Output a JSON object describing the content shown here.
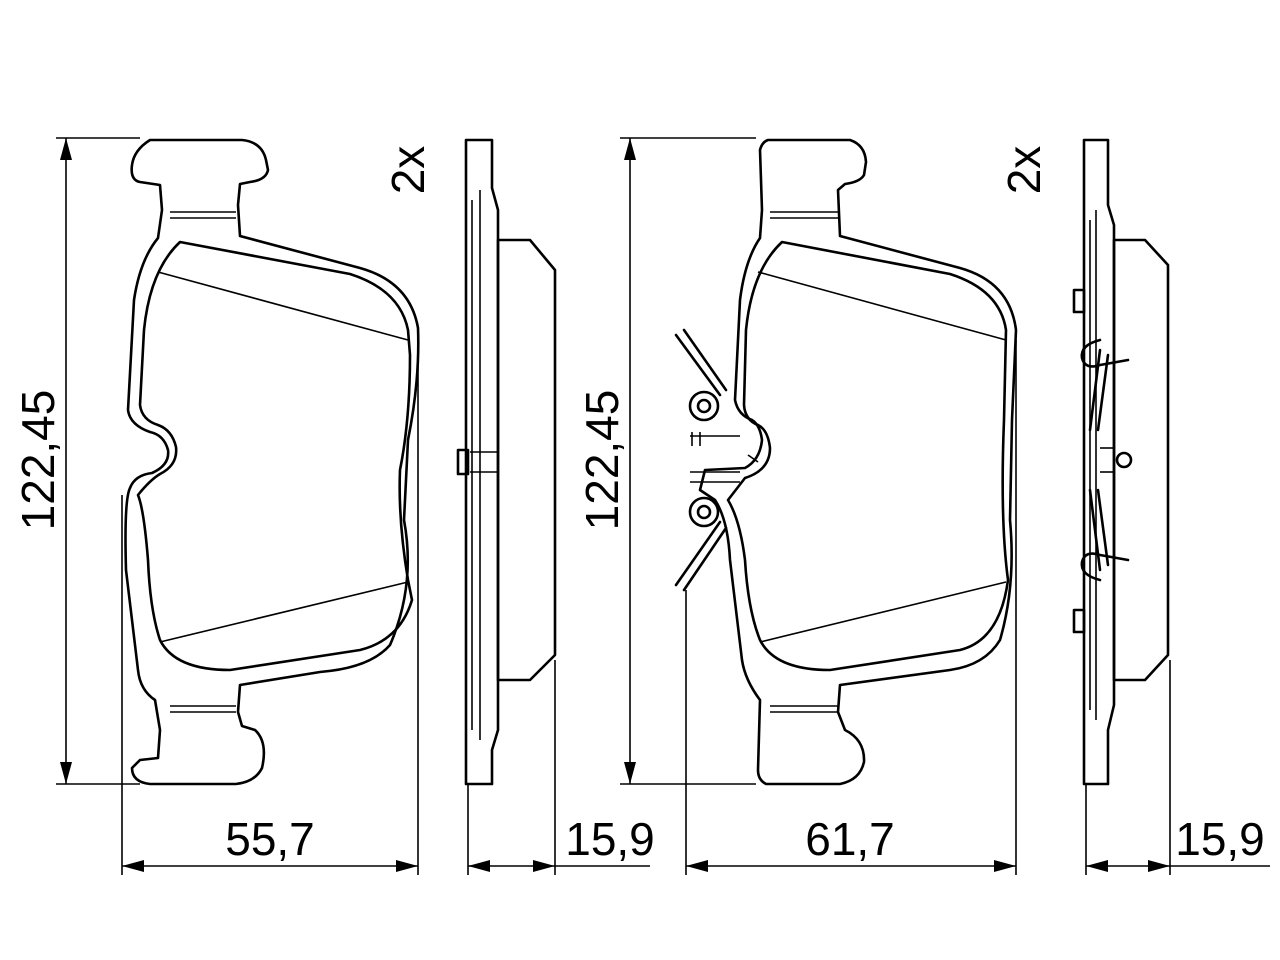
{
  "drawing": {
    "left_pad": {
      "height_label": "122,45",
      "width_label": "55,7",
      "quantity_label": "2x",
      "thickness_label": "15,9"
    },
    "right_pad": {
      "height_label": "122,45",
      "width_label": "61,7",
      "quantity_label": "2x",
      "thickness_label": "15,9"
    }
  }
}
